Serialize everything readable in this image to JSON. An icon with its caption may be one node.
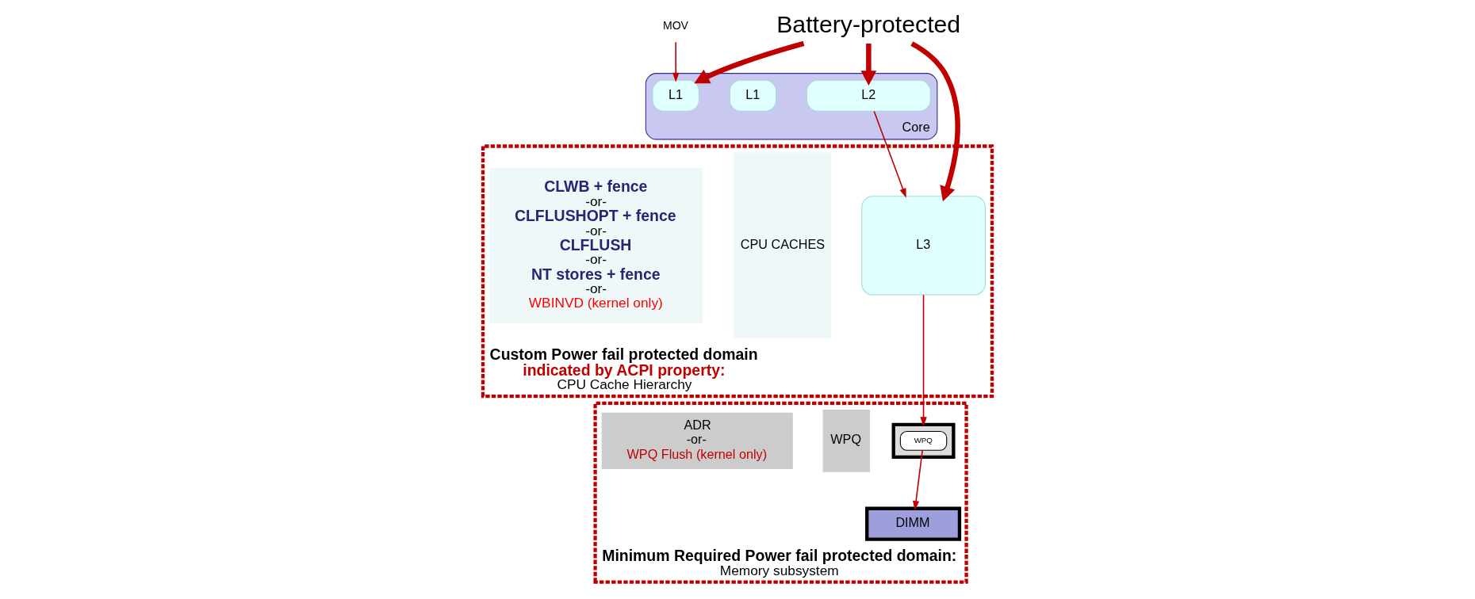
{
  "diagram": {
    "nodes": [
      {
        "text": [
          "MOV"
        ]
      },
      {
        "text": [
          "Core"
        ]
      },
      {
        "text": [
          "L1"
        ],
        "in": 1
      },
      {
        "text": [
          "L1"
        ],
        "in": 1
      },
      {
        "text": [
          "L2"
        ],
        "in": 1
      },
      {
        "text": [
          "Custom Power fail protected domain",
          "indicated by ACPI property:",
          "CPU Cache Hierarchy"
        ]
      },
      {
        "text": [
          "L3"
        ],
        "in": 5
      },
      {
        "text": [
          "CPU CACHES"
        ],
        "in": 5
      },
      {
        "text": [
          "CLWB + fence",
          "-or-",
          "CLFLUSHOPT + fence",
          "-or-",
          "CLFLUSH",
          "-or-",
          "NT stores + fence",
          "-or-",
          "WBINVD (kernel only)"
        ],
        "in": 5
      },
      {
        "text": [
          "Minimum Required Power fail protected domain:",
          "Memory subsystem"
        ]
      },
      {
        "text": [],
        "shape": "trapezoid",
        "in": 9
      },
      {
        "text": [
          "WPQ"
        ],
        "in": 10
      },
      {
        "text": [
          "DIMM"
        ],
        "in": 9
      },
      {
        "text": [
          "WPQ"
        ],
        "in": 9
      },
      {
        "text": [
          "ADR",
          "-or-",
          "WPQ Flush (kernel only)"
        ],
        "in": 9
      },
      {
        "text": [
          "Battery-protected"
        ]
      }
    ],
    "edges": [
      {
        "from": 0,
        "to": 2,
        "arrow": "to"
      },
      {
        "from": 15,
        "to": 2,
        "arrow": "to",
        "style": "thick"
      },
      {
        "from": 15,
        "to": 4,
        "arrow": "to",
        "style": "thick"
      },
      {
        "from": 15,
        "to": 6,
        "arrow": "to",
        "style": "thick"
      },
      {
        "from": 4,
        "to": 6,
        "arrow": "to"
      },
      {
        "from": 6,
        "to": 10,
        "arrow": "to"
      },
      {
        "from": 11,
        "to": 12,
        "arrow": "to"
      }
    ]
  }
}
